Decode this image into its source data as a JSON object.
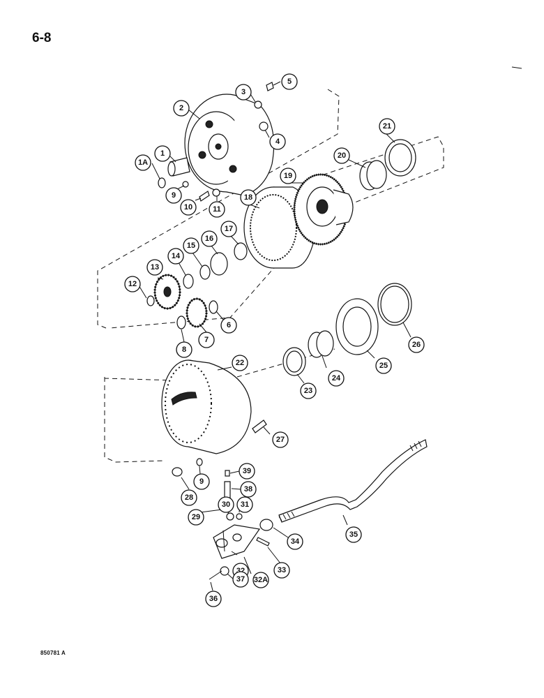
{
  "page": {
    "number": "6-8",
    "figure_code": "850781 A"
  },
  "callouts": [
    {
      "id": "1A",
      "label": "1A"
    },
    {
      "id": "1",
      "label": "1"
    },
    {
      "id": "2",
      "label": "2"
    },
    {
      "id": "3",
      "label": "3"
    },
    {
      "id": "4",
      "label": "4"
    },
    {
      "id": "5",
      "label": "5"
    },
    {
      "id": "6",
      "label": "6"
    },
    {
      "id": "7",
      "label": "7"
    },
    {
      "id": "8",
      "label": "8"
    },
    {
      "id": "9a",
      "label": "9"
    },
    {
      "id": "9b",
      "label": "9"
    },
    {
      "id": "10",
      "label": "10"
    },
    {
      "id": "11",
      "label": "11"
    },
    {
      "id": "12",
      "label": "12"
    },
    {
      "id": "13",
      "label": "13"
    },
    {
      "id": "14",
      "label": "14"
    },
    {
      "id": "15",
      "label": "15"
    },
    {
      "id": "16",
      "label": "16"
    },
    {
      "id": "17",
      "label": "17"
    },
    {
      "id": "18",
      "label": "18"
    },
    {
      "id": "19",
      "label": "19"
    },
    {
      "id": "20",
      "label": "20"
    },
    {
      "id": "21",
      "label": "21"
    },
    {
      "id": "22",
      "label": "22"
    },
    {
      "id": "23",
      "label": "23"
    },
    {
      "id": "24",
      "label": "24"
    },
    {
      "id": "25",
      "label": "25"
    },
    {
      "id": "26",
      "label": "26"
    },
    {
      "id": "27",
      "label": "27"
    },
    {
      "id": "28",
      "label": "28"
    },
    {
      "id": "29",
      "label": "29"
    },
    {
      "id": "30",
      "label": "30"
    },
    {
      "id": "31",
      "label": "31"
    },
    {
      "id": "32",
      "label": "32"
    },
    {
      "id": "32A",
      "label": "32A"
    },
    {
      "id": "33",
      "label": "33"
    },
    {
      "id": "34",
      "label": "34"
    },
    {
      "id": "35",
      "label": "35"
    },
    {
      "id": "36",
      "label": "36"
    },
    {
      "id": "37",
      "label": "37"
    },
    {
      "id": "38",
      "label": "38"
    },
    {
      "id": "39",
      "label": "39"
    }
  ]
}
